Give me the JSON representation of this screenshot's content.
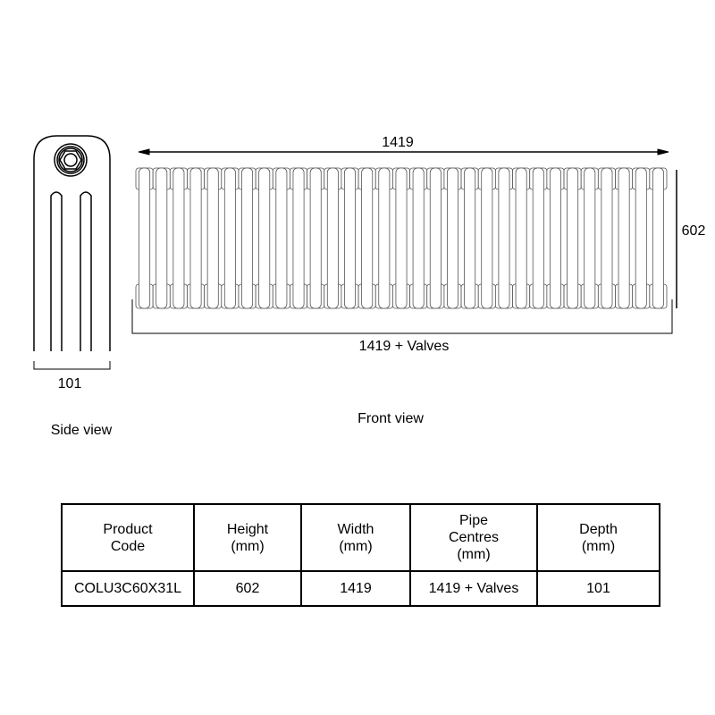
{
  "drawing": {
    "width_label": "1419",
    "height_label": "602",
    "pipe_centres_label": "1419 + Valves",
    "depth_label": "101",
    "front_view_caption": "Front view",
    "side_view_caption": "Side view",
    "sections": 31
  },
  "table": {
    "headers": [
      [
        "Product",
        "Code"
      ],
      [
        "Height",
        "(mm)"
      ],
      [
        "Width",
        "(mm)"
      ],
      [
        "Pipe",
        "Centres",
        "(mm)"
      ],
      [
        "Depth",
        "(mm)"
      ]
    ],
    "row": [
      "COLU3C60X31L",
      "602",
      "1419",
      "1419 + Valves",
      "101"
    ]
  }
}
